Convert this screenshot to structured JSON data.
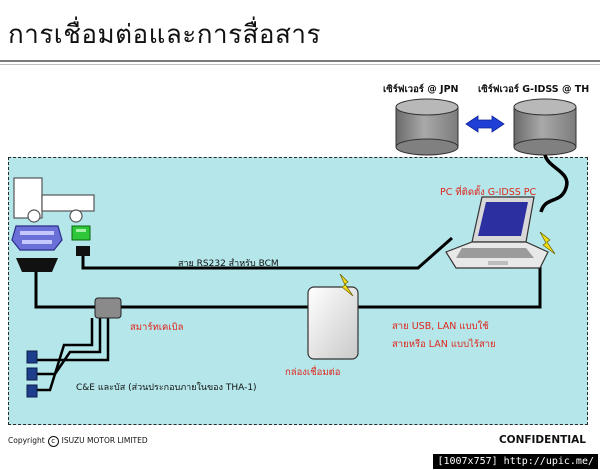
{
  "slide": {
    "title": "การเชื่อมต่อและการสื่อสาร"
  },
  "servers": {
    "jpn_label": "เซิร์ฟเวอร์ @ JPN",
    "th_label": "เซิร์ฟเวอร์ G-IDSS @ TH"
  },
  "labels": {
    "pc": "PC ที่ติดตั้ง G-IDSS PC",
    "rs232": "สาย RS232 สำหรับ BCM",
    "smart_cable": "สมาร์ทเคเบิล",
    "usb_lan": "สาย USB, LAN แบบใช้",
    "wireless": "สายหรือ LAN แบบไร้สาย",
    "box": "กล่องเชื่อมต่อ",
    "ce_bus": "C&E และบัส (ส่วนประกอบภายในของ THA-1)"
  },
  "footer": {
    "copyright_prefix": "Copyright",
    "copyright_symbol": "c",
    "company": "ISUZU MOTOR LIMITED",
    "confidential": "CONFIDENTIAL"
  },
  "watermark": "[1007x757] http://upic.me/",
  "colors": {
    "panel": "#b4e6ea",
    "arrow": "#1f3fd6",
    "caption_red": "#e0251b",
    "cable": "#000000"
  }
}
